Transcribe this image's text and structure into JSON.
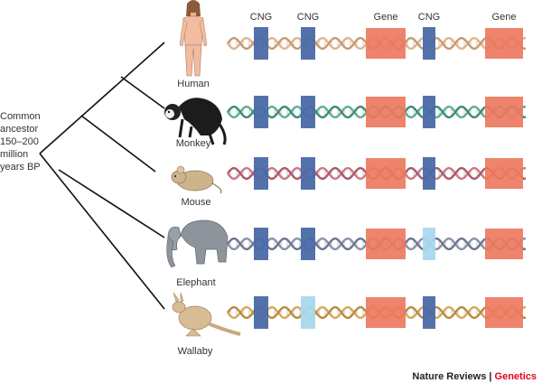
{
  "colors": {
    "cng": "#4a6aa8",
    "cng_missing": "#a9d8ec",
    "gene": "#ec7a5e",
    "tree": "#111111",
    "credit_red": "#e3001b"
  },
  "column_headers": [
    "CNG",
    "CNG",
    "Gene",
    "CNG",
    "Gene"
  ],
  "ancestor": {
    "lines": [
      "Common",
      "ancestor",
      "150–200",
      "million",
      "years BP"
    ]
  },
  "species": [
    {
      "name": "Human",
      "strand_color": "#e2b48c",
      "strand_color2": "#c89a6f",
      "elements": [
        "present",
        "present",
        "present",
        "present",
        "present"
      ]
    },
    {
      "name": "Monkey",
      "strand_color": "#5fae98",
      "strand_color2": "#3e8b78",
      "elements": [
        "present",
        "present",
        "present",
        "present",
        "present"
      ]
    },
    {
      "name": "Mouse",
      "strand_color": "#c97a86",
      "strand_color2": "#a95a6a",
      "elements": [
        "present",
        "present",
        "present",
        "present",
        "present"
      ]
    },
    {
      "name": "Elephant",
      "strand_color": "#8a93a8",
      "strand_color2": "#6b758e",
      "elements": [
        "present",
        "present",
        "present",
        "missing",
        "present"
      ]
    },
    {
      "name": "Wallaby",
      "strand_color": "#d9a75a",
      "strand_color2": "#bb8a3e",
      "elements": [
        "present",
        "missing",
        "present",
        "present",
        "present"
      ]
    }
  ],
  "credit": {
    "journal": "Nature Reviews",
    "separator": " | ",
    "section": "Genetics"
  }
}
